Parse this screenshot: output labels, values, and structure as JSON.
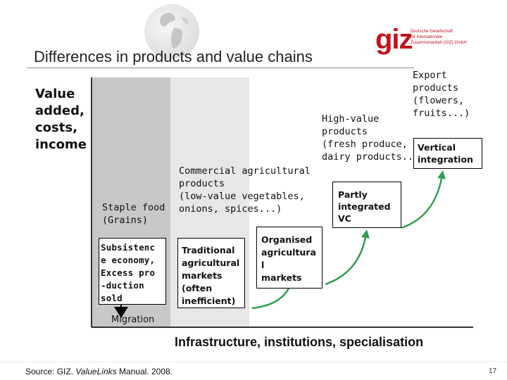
{
  "header": {
    "title": "Differences in products and value chains",
    "logo": {
      "mark": "giz",
      "lines": [
        "Deutsche Gesellschaft",
        "für Internationale",
        "Zusammenarbeit (GIZ) GmbH"
      ]
    }
  },
  "diagram": {
    "y_axis_label": [
      "Value",
      "added,",
      "costs,",
      "income"
    ],
    "x_axis_label": "Infrastructure, institutions, specialisation",
    "migration_label": "Migration",
    "products": {
      "staple": [
        "Staple food",
        "(Grains)"
      ],
      "commercial": [
        "Commercial agricultural",
        "products",
        "(low-value vegetables,",
        "onions, spices...)"
      ],
      "high_value": [
        "High-value",
        "products",
        "(fresh produce,",
        "dairy products..)"
      ],
      "export": [
        "Export",
        "products",
        "(flowers,",
        "fruits...)"
      ]
    },
    "markets": {
      "subsistence": [
        "Subsistenc",
        "e economy,",
        "Excess pro",
        "-duction",
        "sold"
      ],
      "traditional": [
        "Traditional",
        "agricultural",
        "markets",
        "(often",
        "inefficient)"
      ],
      "organised": [
        "Organised",
        "agricultura",
        "l",
        "markets"
      ],
      "partly_integrated": [
        "Partly",
        "integrated",
        "VC"
      ],
      "vertical": [
        "Vertical",
        "integration"
      ]
    }
  },
  "footer": {
    "source_prefix": "Source: GIZ. ",
    "source_italic": "Value",
    "source_italic2": "Links",
    "source_suffix": " Manual. 2008.",
    "page_number": "17"
  },
  "colors": {
    "arrow_green": "#2e9e4f",
    "brand_red": "#c1121c",
    "band_dark": "#c8c8c8",
    "band_light": "#e7e7e7"
  }
}
